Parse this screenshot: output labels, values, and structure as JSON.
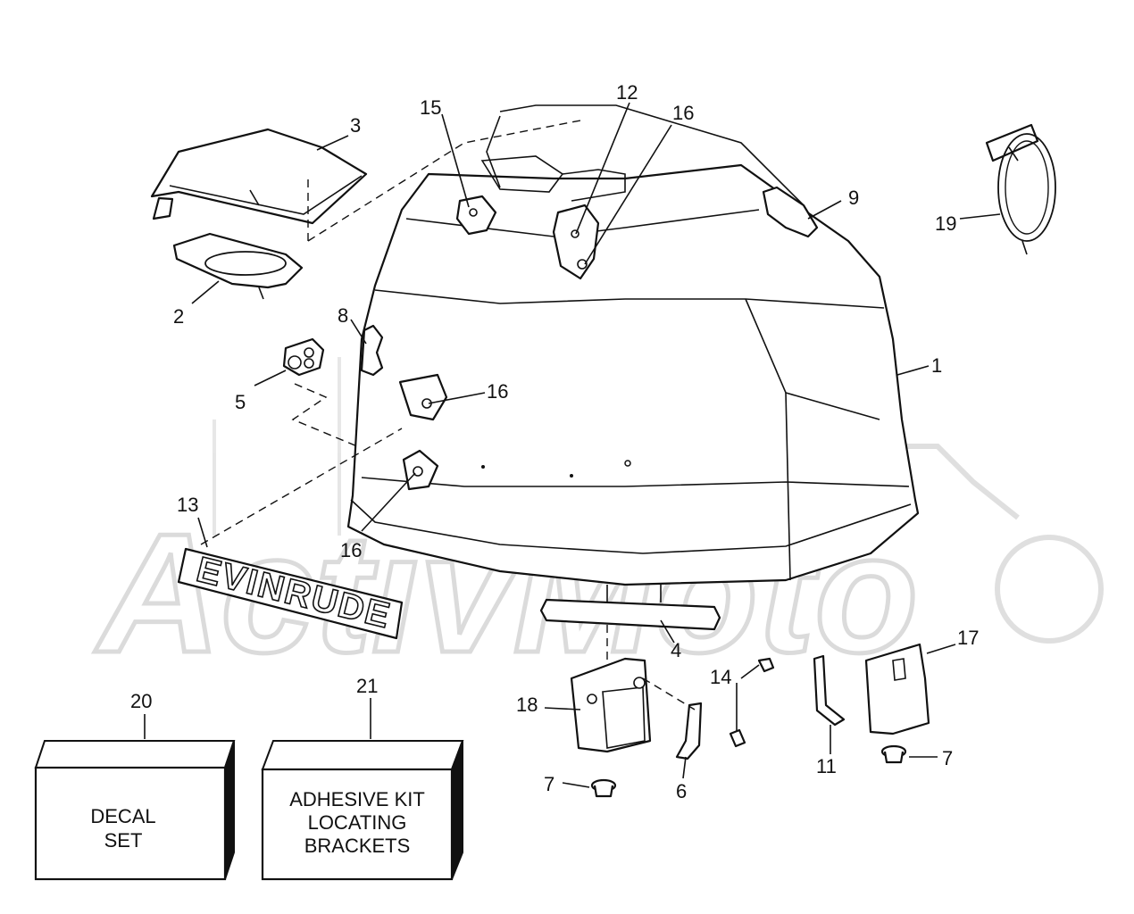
{
  "callouts": {
    "c1": "1",
    "c2": "2",
    "c3": "3",
    "c4": "4",
    "c5": "5",
    "c6": "6",
    "c7a": "7",
    "c7b": "7",
    "c8": "8",
    "c9": "9",
    "c11": "11",
    "c12": "12",
    "c13": "13",
    "c14": "14",
    "c15": "15",
    "c16a": "16",
    "c16b": "16",
    "c16c": "16",
    "c17": "17",
    "c18": "18",
    "c19": "19",
    "c20": "20",
    "c21": "21"
  },
  "decal_kit": {
    "line1": "DECAL",
    "line2": "SET"
  },
  "adhesive_kit": {
    "line1": "ADHESIVE KIT",
    "line2": "LOCATING",
    "line3": "BRACKETS"
  },
  "emblem_text": "EVINRUDE",
  "watermark_text": "ActivMoto"
}
